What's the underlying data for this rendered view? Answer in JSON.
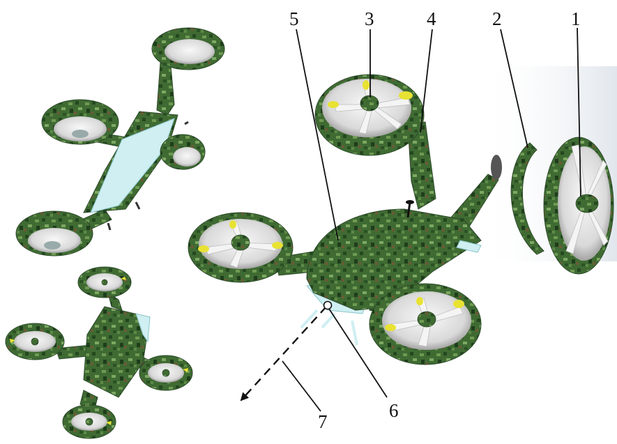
{
  "figure": {
    "callouts": [
      {
        "id": "callout-1",
        "label": "1"
      },
      {
        "id": "callout-2",
        "label": "2"
      },
      {
        "id": "callout-3",
        "label": "3"
      },
      {
        "id": "callout-4",
        "label": "4"
      },
      {
        "id": "callout-5",
        "label": "5"
      },
      {
        "id": "callout-6",
        "label": "6"
      },
      {
        "id": "callout-7",
        "label": "7"
      }
    ]
  },
  "colors": {
    "camo_dark": "#2f5a2c",
    "camo_mid": "#4b7a3a",
    "camo_light": "#7aa060",
    "camo_brown": "#6b5a36",
    "belly": "#cfeff2",
    "blade_tip": "#e8e233",
    "leader_lines": "#111111"
  },
  "icons": {
    "direction_arrow": "dashed-arrow-icon",
    "mark_point": "circle-marker-icon"
  }
}
